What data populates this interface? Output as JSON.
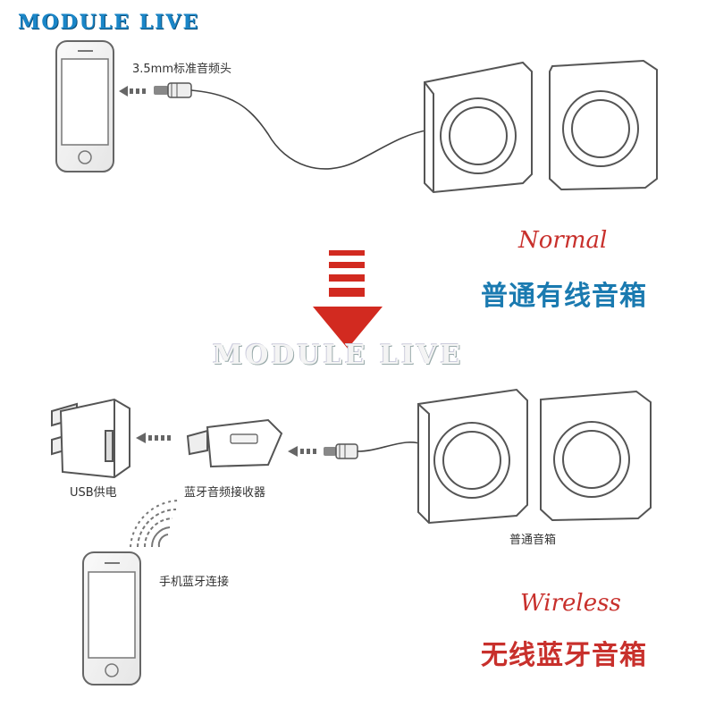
{
  "brand": "MODULE LIVE",
  "watermark": "MODULE LIVE",
  "top": {
    "plug_label": "3.5mm标准音频头",
    "english_title": "Normal",
    "chinese_title": "普通有线音箱"
  },
  "bottom": {
    "usb_label": "USB供电",
    "receiver_label": "蓝牙音频接收器",
    "speaker_label": "普通音箱",
    "phone_label": "手机蓝牙连接",
    "english_title": "Wireless",
    "chinese_title": "无线蓝牙音箱"
  },
  "colors": {
    "brand": "#1a86c8",
    "normal_cn": "#1a7ab0",
    "wireless_cn": "#c8302c",
    "arrow": "#d22a20",
    "line": "#555555"
  }
}
